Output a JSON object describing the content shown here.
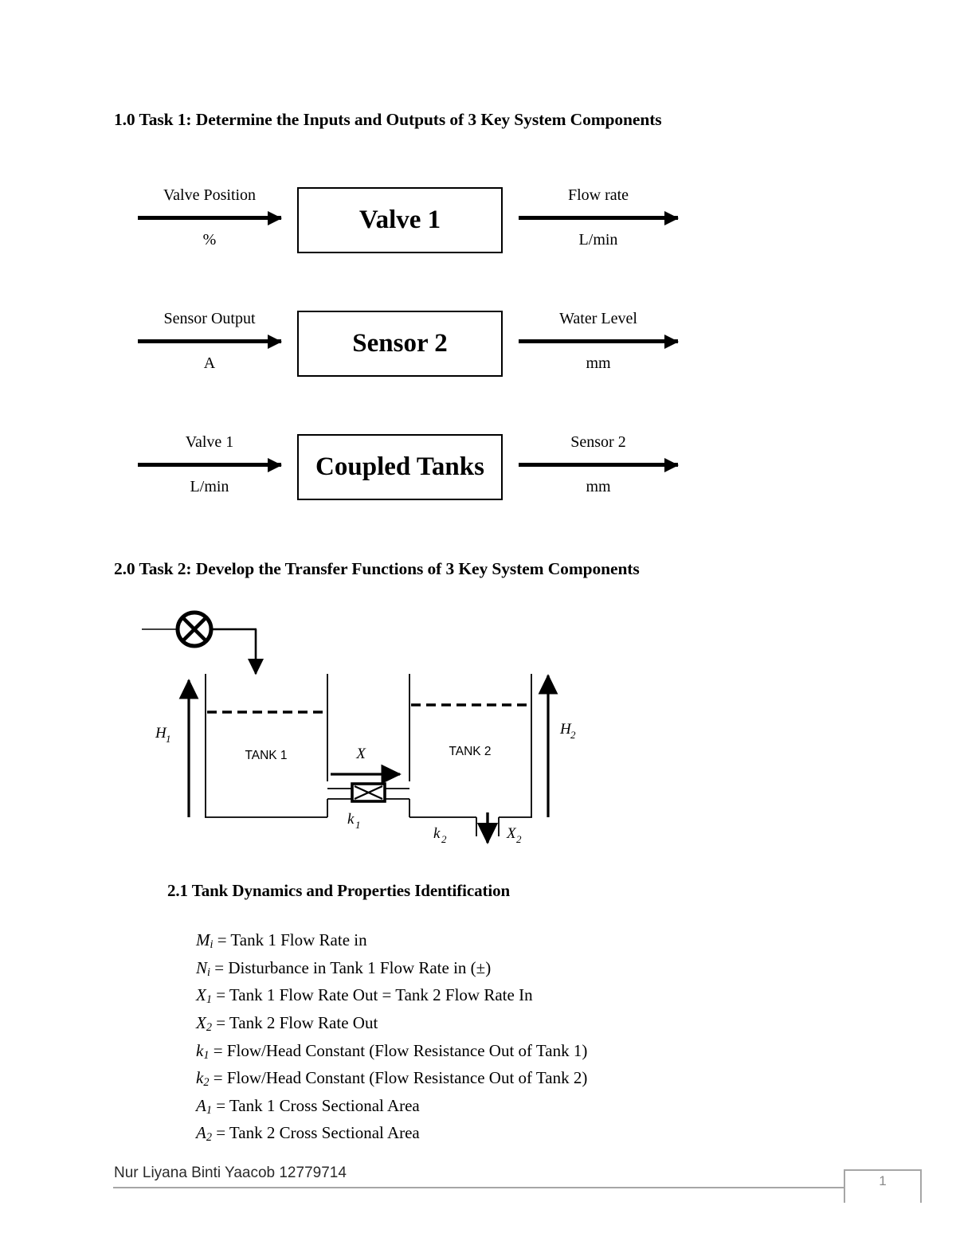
{
  "document": {
    "page_number": "1",
    "footer_name": "Nur Liyana Binti Yaacob 12779714"
  },
  "sections": {
    "task1_heading": "1.0 Task 1: Determine the Inputs and Outputs of 3 Key System Components",
    "task2_heading": "2.0 Task 2: Develop the Transfer Functions of 3 Key System Components",
    "task21_heading": "2.1 Tank Dynamics and Properties Identification"
  },
  "block_diagram": {
    "rows": [
      {
        "input_label": "Valve Position",
        "input_unit": "%",
        "block_label": "Valve 1",
        "output_label": "Flow rate",
        "output_unit": "L/min"
      },
      {
        "input_label": "Sensor Output",
        "input_unit": "A",
        "block_label": "Sensor 2",
        "output_label": "Water Level",
        "output_unit": "mm"
      },
      {
        "input_label": "Valve 1",
        "input_unit": "L/min",
        "block_label": "Coupled Tanks",
        "output_label": "Sensor 2",
        "output_unit": "mm"
      }
    ]
  },
  "tank_figure": {
    "tank1_label": "TANK 1",
    "tank2_label": "TANK 2",
    "h1_label": "H",
    "h1_sub": "1",
    "h2_label": "H",
    "h2_sub": "2",
    "x_label": "X",
    "k1_label": "k",
    "k1_sub": "1",
    "k2_label": "k",
    "k2_sub": "2",
    "x2_label": "X",
    "x2_sub": "2"
  },
  "definitions": [
    {
      "symbol": "M",
      "subscript": "i",
      "text": "= Tank 1 Flow Rate in"
    },
    {
      "symbol": "N",
      "subscript": "i",
      "text": "= Disturbance in Tank 1 Flow Rate in (±)"
    },
    {
      "symbol": "X",
      "subscript": "1",
      "text": "= Tank 1 Flow Rate Out = Tank 2 Flow Rate In"
    },
    {
      "symbol": "X",
      "subscript": "2",
      "text": "= Tank 2 Flow Rate Out"
    },
    {
      "symbol": "k",
      "subscript": "1",
      "text": "= Flow/Head Constant (Flow Resistance Out of Tank 1)"
    },
    {
      "symbol": "k",
      "subscript": "2",
      "text": "= Flow/Head Constant (Flow Resistance Out of Tank 2)"
    },
    {
      "symbol": "A",
      "subscript": "1",
      "text": "= Tank 1 Cross Sectional Area"
    },
    {
      "symbol": "A",
      "subscript": "2",
      "text": "= Tank 2 Cross Sectional Area"
    }
  ]
}
